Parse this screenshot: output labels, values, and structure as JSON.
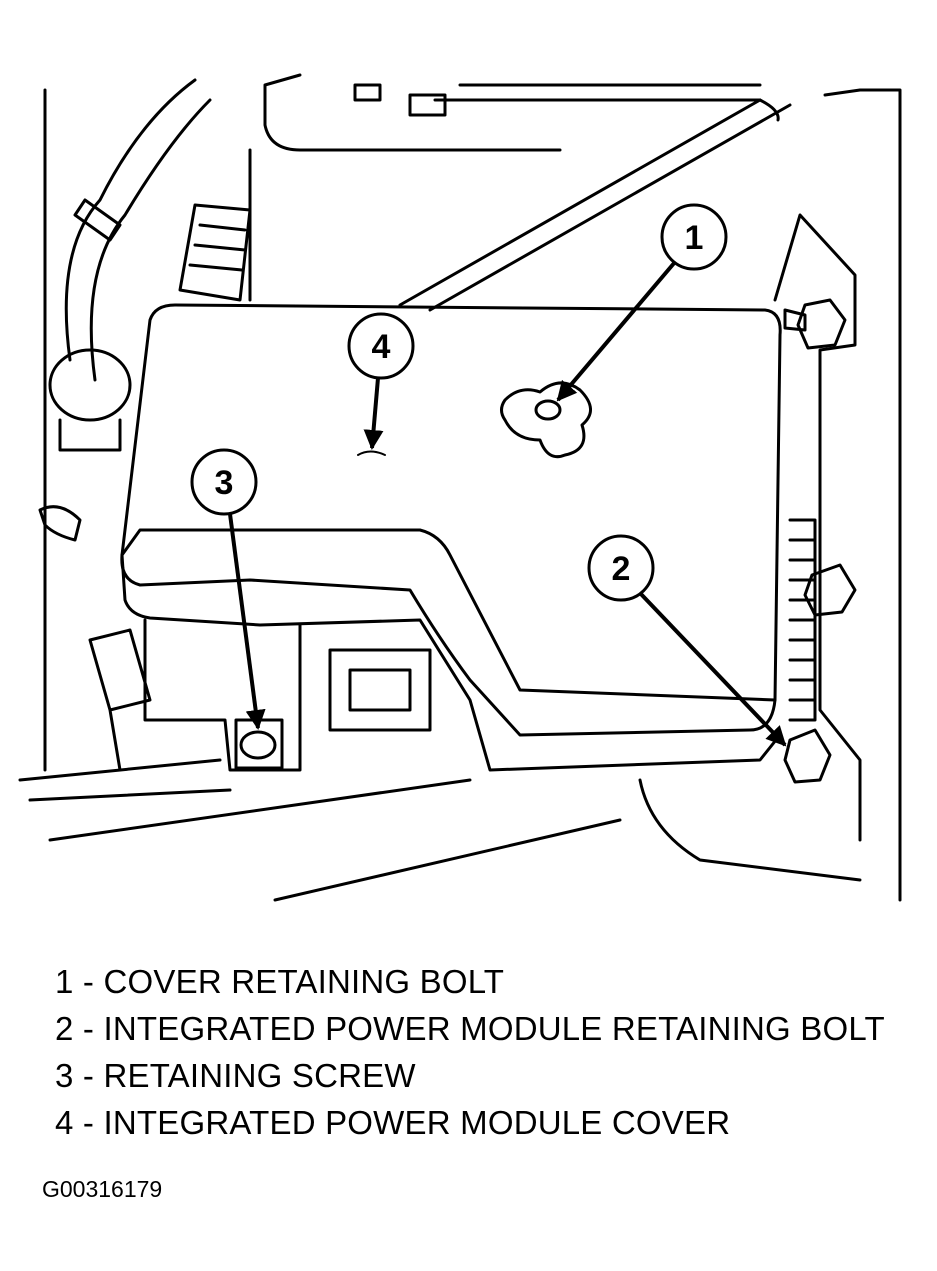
{
  "callouts": [
    {
      "num": "1",
      "text": "COVER RETAINING BOLT"
    },
    {
      "num": "2",
      "text": "INTEGRATED POWER MODULE RETAINING BOLT"
    },
    {
      "num": "3",
      "text": "RETAINING SCREW"
    },
    {
      "num": "4",
      "text": "INTEGRATED POWER MODULE COVER"
    }
  ],
  "separator": " - ",
  "figure_id": "G00316179",
  "colors": {
    "ink": "#000000",
    "paper": "#ffffff"
  }
}
